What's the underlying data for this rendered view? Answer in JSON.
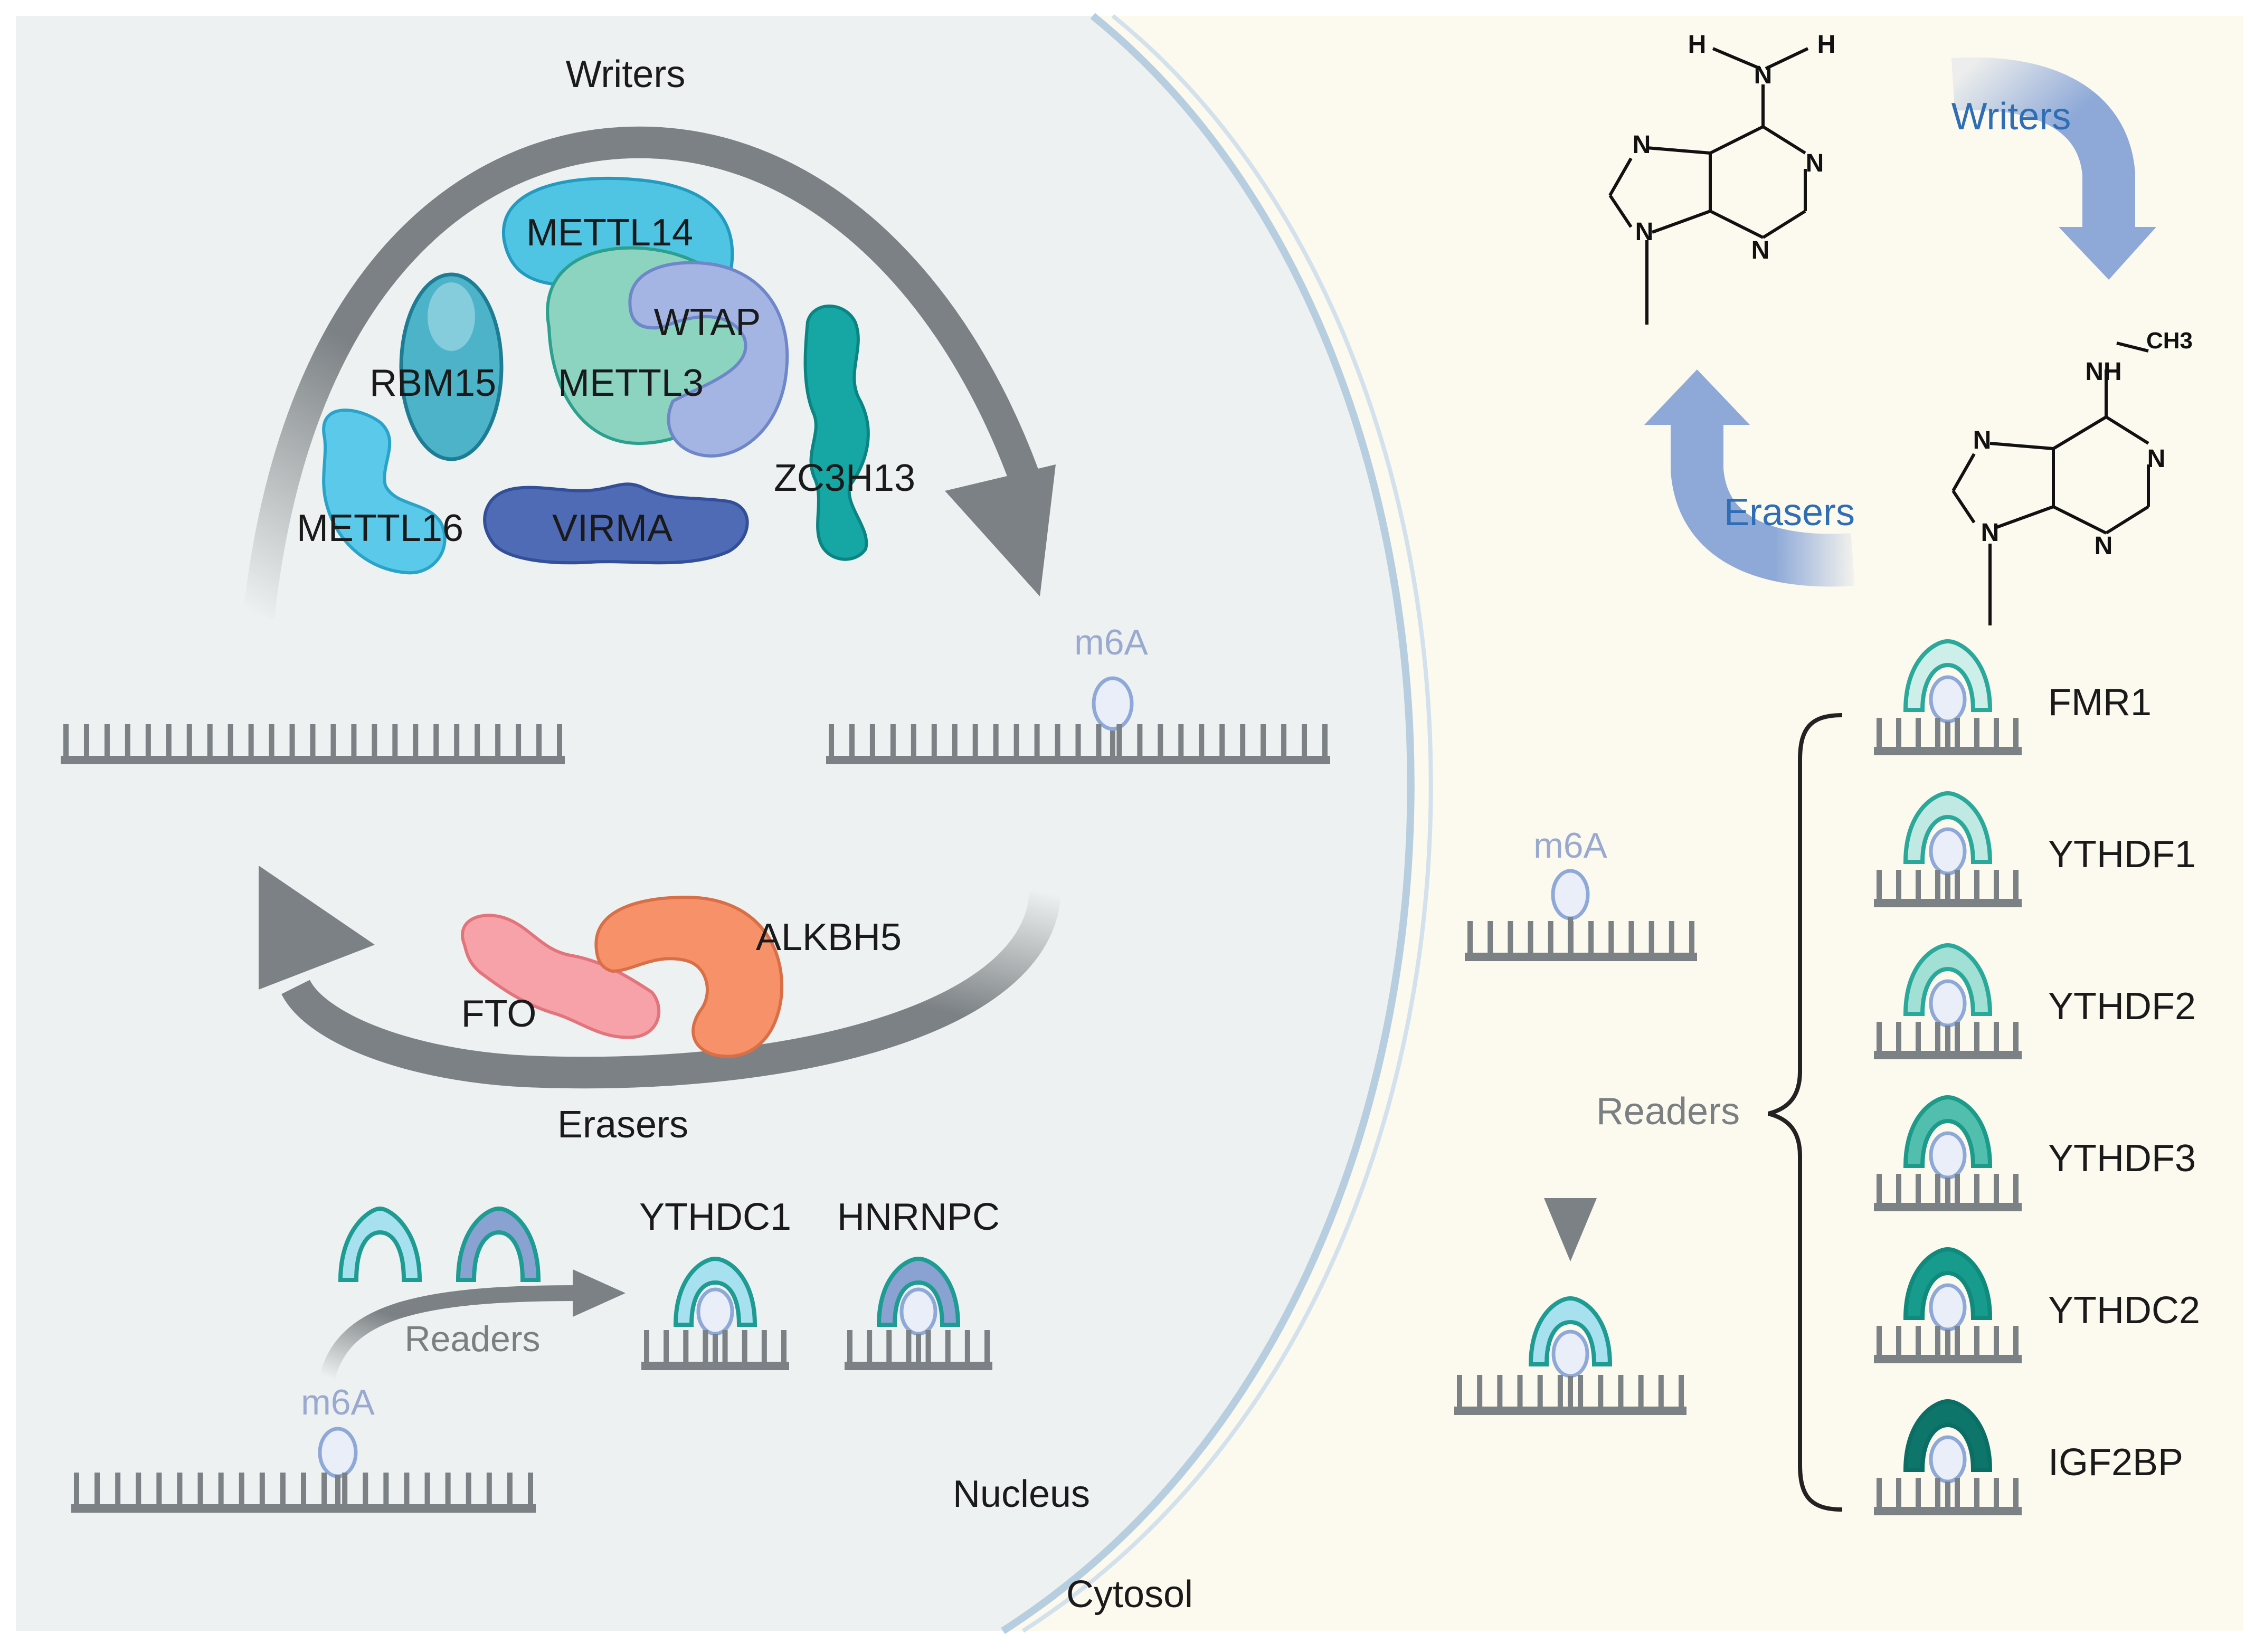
{
  "nucleus": {
    "label": "Nucleus",
    "writers_title": "Writers",
    "erasers_title": "Erasers",
    "readers_label": "Readers",
    "m6a_top": "m6A",
    "m6a_bottom": "m6A",
    "writer_proteins": {
      "mettl14": "METTL14",
      "wtap": "WTAP",
      "rbm15": "RBM15",
      "mettl3": "METTL3",
      "zc3h13": "ZC3H13",
      "mettl16": "METTL16",
      "virma": "VIRMA"
    },
    "eraser_proteins": {
      "fto": "FTO",
      "alkbh5": "ALKBH5"
    },
    "reader_proteins": {
      "ythdc1": "YTHDC1",
      "hnrnpc": "HNRNPC"
    }
  },
  "cytosol": {
    "label": "Cytosol",
    "writers_label": "Writers",
    "erasers_label": "Erasers",
    "readers_label": "Readers",
    "m6a_label": "m6A",
    "molecule_top_atoms": {
      "h_left": "H",
      "n_amine": "N",
      "h_right": "H",
      "n7": "N",
      "n1": "N",
      "n9": "N",
      "n3": "N"
    },
    "molecule_bottom_atoms": {
      "nh": "NH",
      "ch3": "CH3",
      "n7": "N",
      "n1": "N",
      "n9": "N",
      "n3": "N"
    },
    "readers": [
      {
        "name": "FMR1",
        "color": "#2aa99b"
      },
      {
        "name": "YTHDF1",
        "color": "#2aa99b"
      },
      {
        "name": "YTHDF2",
        "color": "#2aa99b"
      },
      {
        "name": "YTHDF3",
        "color": "#1c9a8a"
      },
      {
        "name": "YTHDC2",
        "color": "#0f8a7c"
      },
      {
        "name": "IGF2BP",
        "color": "#0b6e65"
      }
    ]
  },
  "colors": {
    "nucleus_bg": "#eef1f1",
    "cytosol_bg": "#fcf9ef",
    "arrow_grey": "#7b8184",
    "membrane": "#b7cde0",
    "m6a_blue": "#9aa9d0",
    "writer_arrow_blue": "#8ea9d8"
  }
}
